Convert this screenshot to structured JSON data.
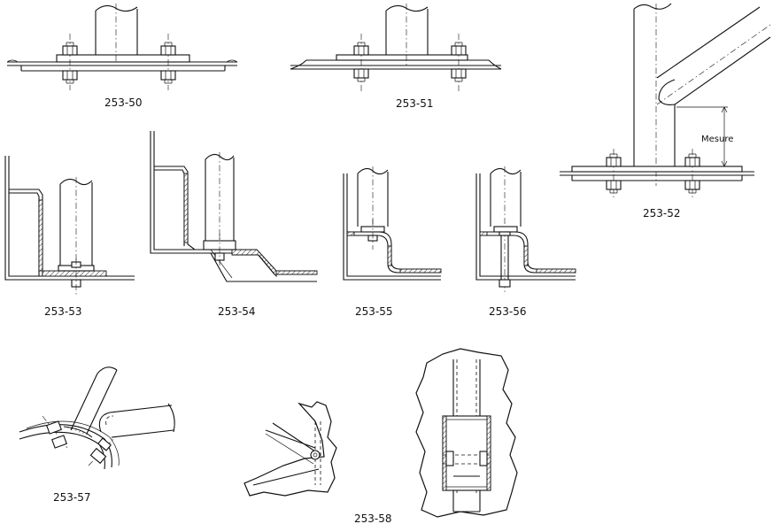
{
  "figures": {
    "f50": {
      "label": "253-50"
    },
    "f51": {
      "label": "253-51"
    },
    "f52": {
      "label": "253-52",
      "dimension_note": "Mesure"
    },
    "f53": {
      "label": "253-53"
    },
    "f54": {
      "label": "253-54"
    },
    "f55": {
      "label": "253-55"
    },
    "f56": {
      "label": "253-56"
    },
    "f57": {
      "label": "253-57"
    },
    "f58": {
      "label": "253-58"
    }
  }
}
